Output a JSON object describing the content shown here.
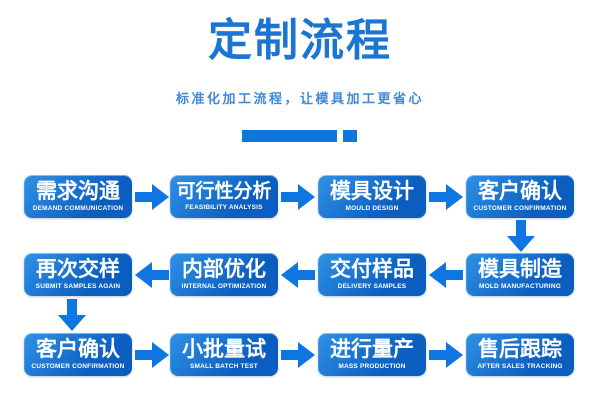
{
  "header": {
    "title": "定制流程",
    "subtitle": "标准化加工流程，让模具加工更省心"
  },
  "colors": {
    "title_color": "#1b76d3",
    "subtitle_color": "#3f89d8",
    "arrow_color": "#0e76e0",
    "box_top": "#2f92e6",
    "box_bottom": "#0b5ec0",
    "deco_color": "#0e76dd",
    "node_text": "#ffffff"
  },
  "flow": {
    "direction_row1": "left-to-right",
    "direction_row2": "right-to-left",
    "direction_row3": "left-to-right",
    "nodes": [
      {
        "zh": "需求沟通",
        "en": "DEMAND COMMUNICATION"
      },
      {
        "zh": "可行性分析",
        "en": "FEASIBILITY ANALYSIS"
      },
      {
        "zh": "模具设计",
        "en": "MOULD DESIGN"
      },
      {
        "zh": "客户确认",
        "en": "CUSTOMER CONFIRMATION"
      },
      {
        "zh": "再次交样",
        "en": "SUBMIT SAMPLES AGAIN"
      },
      {
        "zh": "内部优化",
        "en": "INTERNAL OPTIMIZATION"
      },
      {
        "zh": "交付样品",
        "en": "DELIVERY SAMPLES"
      },
      {
        "zh": "模具制造",
        "en": "MOLD MANUFACTURING"
      },
      {
        "zh": "客户确认",
        "en": "CUSTOMER CONFIRMATION"
      },
      {
        "zh": "小批量试",
        "en": "SMALL BATCH TEST"
      },
      {
        "zh": "进行量产",
        "en": "MASS PRODUCTION"
      },
      {
        "zh": "售后跟踪",
        "en": "AFTER SALES TRACKING"
      }
    ]
  }
}
